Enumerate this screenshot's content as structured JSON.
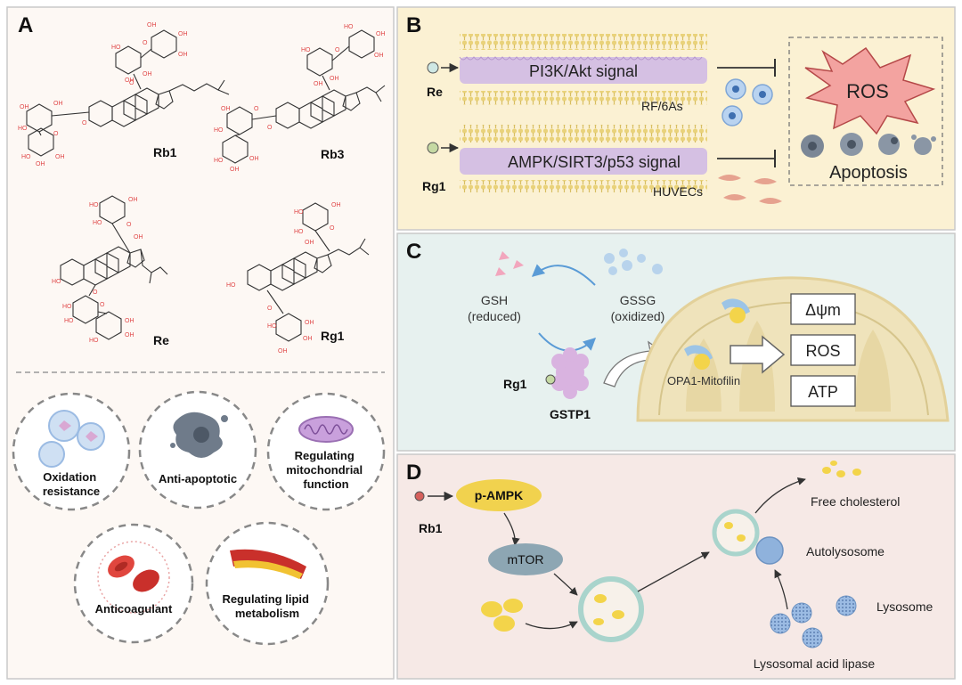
{
  "panels": {
    "a": {
      "label": "A",
      "compounds": [
        "Rb1",
        "Rb3",
        "Re",
        "Rg1"
      ],
      "effects": [
        "Oxidation resistance",
        "Anti-apoptotic",
        "Regulating mitochondrial function",
        "Anticoagulant",
        "Regulating lipid metabolism"
      ]
    },
    "b": {
      "label": "B",
      "re": "Re",
      "rg1": "Rg1",
      "signal1": "PI3K/Akt signal",
      "signal2": "AMPK/SIRT3/p53 signal",
      "cell1": "RF/6As",
      "cell2": "HUVECs",
      "ros": "ROS",
      "apoptosis": "Apoptosis"
    },
    "c": {
      "label": "C",
      "gsh": "GSH",
      "gsh_state": "(reduced)",
      "gssg": "GSSG",
      "gssg_state": "(oxidized)",
      "rg1": "Rg1",
      "gstp1": "GSTP1",
      "opa1": "OPA1-Mitofilin",
      "box1": "Δψm",
      "box2": "ROS",
      "box3": "ATP"
    },
    "d": {
      "label": "D",
      "rb1": "Rb1",
      "pampk": "p-AMPK",
      "mtor": "mTOR",
      "free_chol": "Free cholesterol",
      "autolysosome": "Autolysosome",
      "lysosome": "Lysosome",
      "lal": "Lysosomal acid lipase"
    }
  },
  "colors": {
    "panel_a_bg": "#fdf8f4",
    "panel_b_bg": "#fbf1d3",
    "panel_c_bg": "#e7f1ef",
    "panel_d_bg": "#f6e9e6",
    "membrane": "#c9b2dc",
    "lipid_head": "#ecd77e",
    "ros_star": "#f3a3a0",
    "mito": "#efe3bb",
    "pampk": "#f1d24e",
    "mtor": "#8da6b3",
    "lysosome": "#8fb2dc",
    "structure_red": "#e04848"
  }
}
